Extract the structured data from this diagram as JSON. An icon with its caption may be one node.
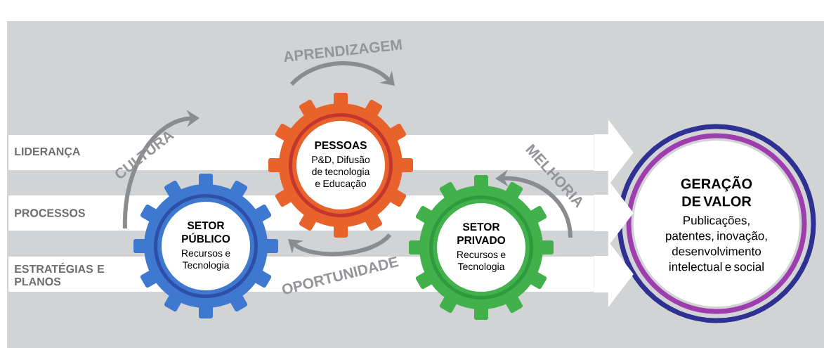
{
  "diagram": {
    "nodes": [
      {
        "text": [
          "LIDERANÇA"
        ]
      },
      {
        "text": [
          "PROCESSOS"
        ]
      },
      {
        "text": [
          "ESTRATÉGIAS E PLANOS"
        ]
      },
      {
        "text": [
          "PESSOAS",
          "P&D, Difusão de tecnologia e Educação"
        ]
      },
      {
        "text": [
          "SETOR PÚBLICO",
          "Recursos e Tecnologia"
        ]
      },
      {
        "text": [
          "SETOR PRIVADO",
          "Recursos e Tecnologia"
        ]
      },
      {
        "text": [
          "GERAÇÃO DE VALOR",
          "Publicações, patentes, inovação, desenvolvimento intelectual e social"
        ]
      }
    ],
    "edges": [
      {
        "from": 0,
        "to": 6,
        "arrow": "to"
      },
      {
        "from": 1,
        "to": 6,
        "arrow": "to"
      },
      {
        "from": 2,
        "to": 6,
        "arrow": "to"
      }
    ],
    "labels": [
      "APRENDIZAGEM",
      "CULTURA",
      "MELHORIA",
      "OPORTUNIDADE"
    ]
  }
}
